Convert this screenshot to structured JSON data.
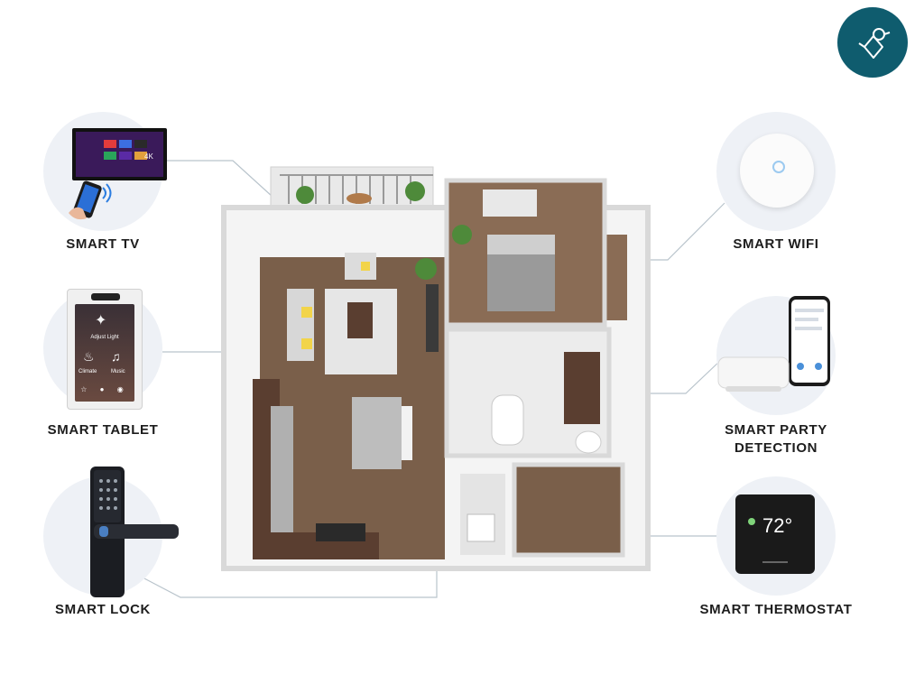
{
  "features": {
    "smart_tv": "SMART TV",
    "smart_tablet": "SMART TABLET",
    "smart_lock": "SMART LOCK",
    "smart_wifi": "SMART WIFI",
    "smart_party_line1": "SMART PARTY",
    "smart_party_line2": "DETECTION",
    "smart_thermostat": "SMART THERMOSTAT"
  },
  "tablet_screen": {
    "adjust_light": "Adjust Light",
    "climate": "Climate",
    "music": "Music"
  },
  "tv_screen": {
    "badge": "4K"
  },
  "thermostat_screen": {
    "temperature": "72°"
  },
  "colors": {
    "brand": "#0f5c6e",
    "circle_bg": "#eef1f6",
    "connector": "#b9c4cc",
    "floor": "#7a5f4a"
  },
  "icons": [
    "bird-logo-icon",
    "tv-icon",
    "phone-icon",
    "tablet-icon",
    "lock-icon",
    "wifi-access-point-icon",
    "party-sensor-icon",
    "thermostat-icon"
  ]
}
